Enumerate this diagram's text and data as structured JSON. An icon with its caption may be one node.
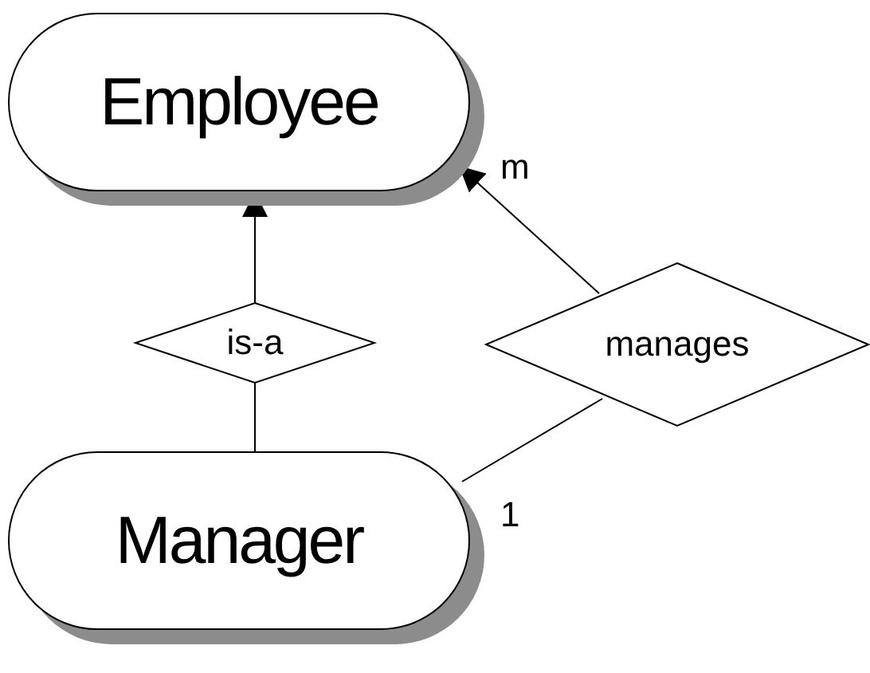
{
  "diagram": {
    "nodes": [
      {
        "text": [
          "Employee"
        ]
      },
      {
        "text": [
          "is-a"
        ]
      },
      {
        "text": [
          "manages"
        ]
      },
      {
        "text": [
          "Manager"
        ]
      }
    ],
    "edges": [
      {
        "from": 1,
        "to": 0,
        "arrow": "to"
      },
      {
        "from": 3,
        "to": 1,
        "arrow": "none"
      },
      {
        "from": 2,
        "to": 0,
        "arrow": "to",
        "label": "m"
      },
      {
        "from": 2,
        "to": 3,
        "arrow": "none",
        "label": "1"
      }
    ]
  }
}
